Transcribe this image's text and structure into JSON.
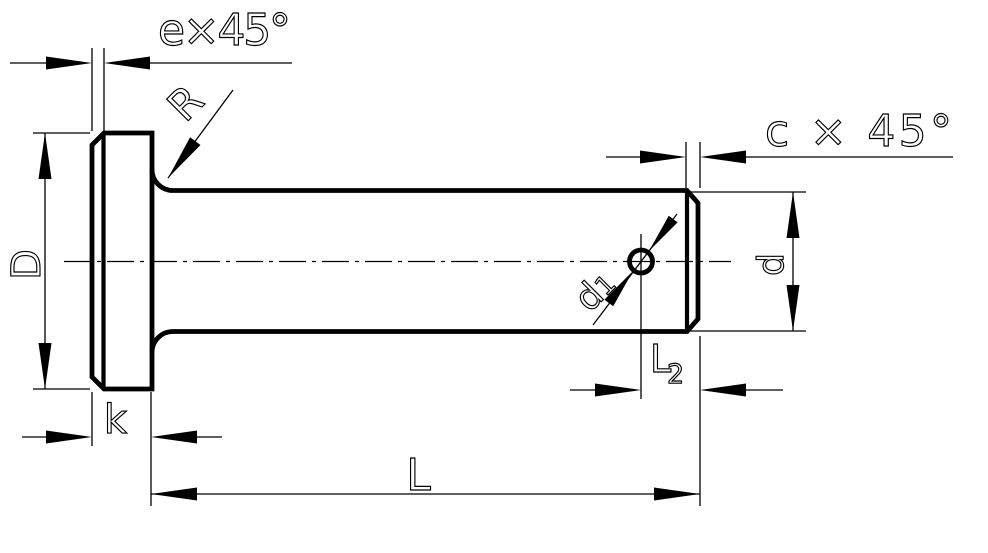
{
  "drawing": {
    "description": "Technical drawing of a headed clevis pin with cross hole",
    "colors": {
      "line": "#000000",
      "background": "#ffffff"
    },
    "dimensions": {
      "head_chamfer": "e×45°",
      "fillet_radius": "R",
      "end_chamfer": "c × 45°",
      "head_diameter": "D",
      "head_thickness": "k",
      "shank_diameter": "d",
      "overall_length": "L",
      "hole_diameter": {
        "main": "d",
        "sub": "1"
      },
      "hole_to_end": {
        "main": "L",
        "sub": "2"
      }
    }
  }
}
